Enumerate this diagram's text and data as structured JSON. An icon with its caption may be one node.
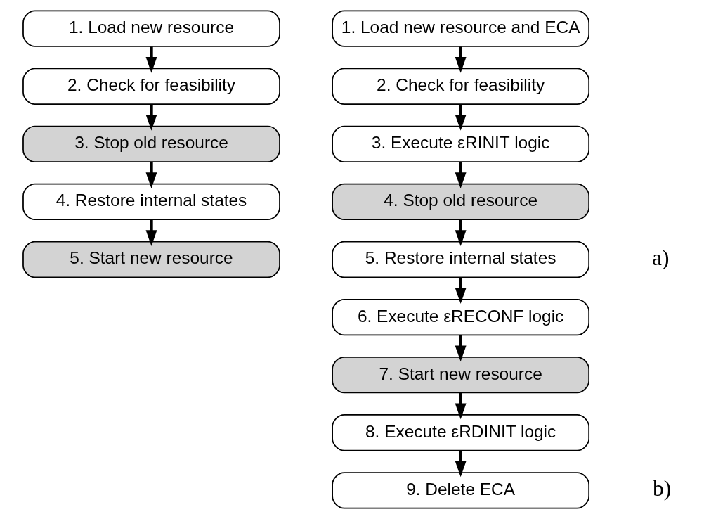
{
  "diagram": {
    "nodes": [
      {
        "text": [
          "1. Load new resource"
        ]
      },
      {
        "text": [
          "2. Check for feasibility"
        ]
      },
      {
        "text": [
          "3. Stop old resource"
        ]
      },
      {
        "text": [
          "4. Restore internal states"
        ]
      },
      {
        "text": [
          "5. Start new resource"
        ]
      },
      {
        "text": [
          "1. Load new resource and ECA"
        ]
      },
      {
        "text": [
          "2. Check for feasibility"
        ]
      },
      {
        "text": [
          "3. Execute εRINIT logic"
        ]
      },
      {
        "text": [
          "4. Stop old resource"
        ]
      },
      {
        "text": [
          "5. Restore internal states"
        ]
      },
      {
        "text": [
          "6. Execute εRECONF logic"
        ]
      },
      {
        "text": [
          "7. Start new resource"
        ]
      },
      {
        "text": [
          "8. Execute εRDINIT logic"
        ]
      },
      {
        "text": [
          "9. Delete ECA"
        ]
      }
    ],
    "edges": [
      {
        "from": 0,
        "to": 1,
        "arrow": "to"
      },
      {
        "from": 1,
        "to": 2,
        "arrow": "to"
      },
      {
        "from": 2,
        "to": 3,
        "arrow": "to"
      },
      {
        "from": 3,
        "to": 4,
        "arrow": "to"
      },
      {
        "from": 5,
        "to": 6,
        "arrow": "to"
      },
      {
        "from": 6,
        "to": 7,
        "arrow": "to"
      },
      {
        "from": 7,
        "to": 8,
        "arrow": "to"
      },
      {
        "from": 8,
        "to": 9,
        "arrow": "to"
      },
      {
        "from": 9,
        "to": 10,
        "arrow": "to"
      },
      {
        "from": 10,
        "to": 11,
        "arrow": "to"
      },
      {
        "from": 11,
        "to": 12,
        "arrow": "to"
      },
      {
        "from": 12,
        "to": 13,
        "arrow": "to"
      }
    ],
    "labels": [
      "a)",
      "b)"
    ]
  }
}
